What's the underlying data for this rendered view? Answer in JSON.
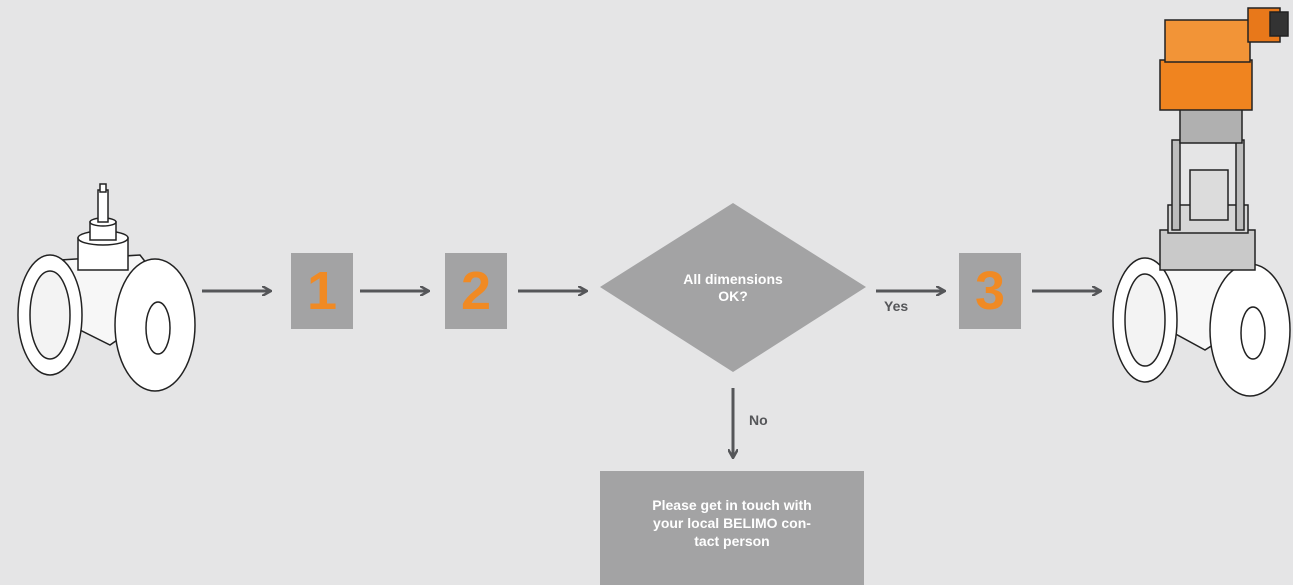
{
  "flow": {
    "steps": [
      "1",
      "2",
      "3"
    ],
    "decision": {
      "line1": "All dimensions",
      "line2": "OK?"
    },
    "yes_label": "Yes",
    "no_label": "No",
    "contact": {
      "line1": "Please get in touch with",
      "line2": "your local BELIMO con-",
      "line3": "tact person"
    }
  },
  "colors": {
    "background": "#e5e5e6",
    "box": "#a3a3a4",
    "number": "#f08a24",
    "arrow": "#555659",
    "actuator": "#f0841f"
  },
  "icons": [
    "old-valve-icon",
    "valve-with-actuator-icon"
  ]
}
